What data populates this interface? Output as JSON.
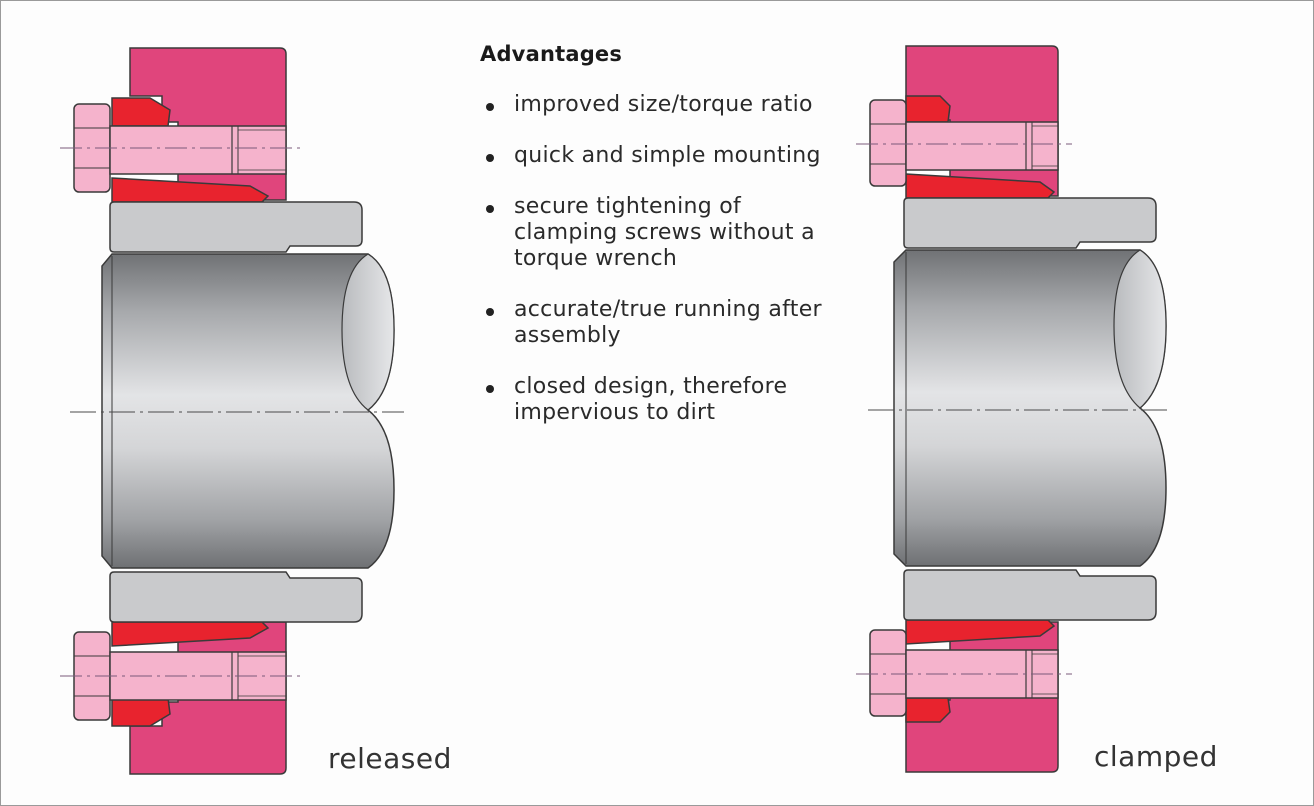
{
  "advantages": {
    "title": "Advantages",
    "items": [
      "improved size/torque ratio",
      "quick and simple mounting",
      "secure tightening of\nclamping screws without a\ntorque wrench",
      "accurate/true running after\nassembly",
      "closed design, therefore\nimpervious to dirt"
    ]
  },
  "labels": {
    "released": "released",
    "clamped": "clamped"
  },
  "colors": {
    "hub": "#e0457c",
    "taper_ring": "#e8232e",
    "screw": "#f5b3cc",
    "sleeve": "#c9cacc",
    "shaft_dark": "#7b7d80",
    "shaft_light": "#e4e5e7"
  }
}
